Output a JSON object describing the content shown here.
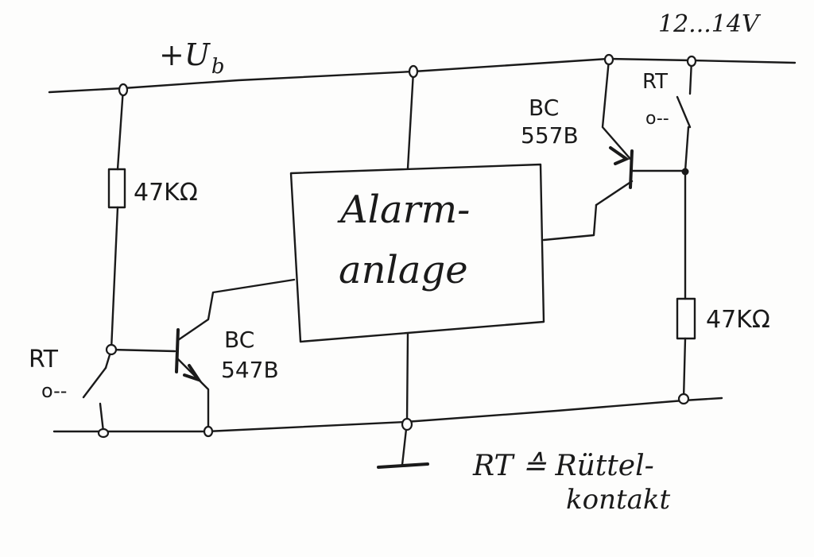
{
  "supply": {
    "rail_label": "+U",
    "rail_subscript": "b",
    "voltage": "12...14V"
  },
  "block": {
    "line1": "Alarm-",
    "line2": "anlage"
  },
  "left_stage": {
    "resistor": "47KΩ",
    "transistor_line1": "BC",
    "transistor_line2": "547B",
    "switch_label": "RT",
    "switch_symbol": "o--"
  },
  "right_stage": {
    "transistor_line1": "BC",
    "transistor_line2": "557B",
    "resistor": "47KΩ",
    "switch_label": "RT",
    "switch_symbol": "o--"
  },
  "legend": {
    "line1": "RT ≙ Rüttel-",
    "line2": "kontakt"
  }
}
